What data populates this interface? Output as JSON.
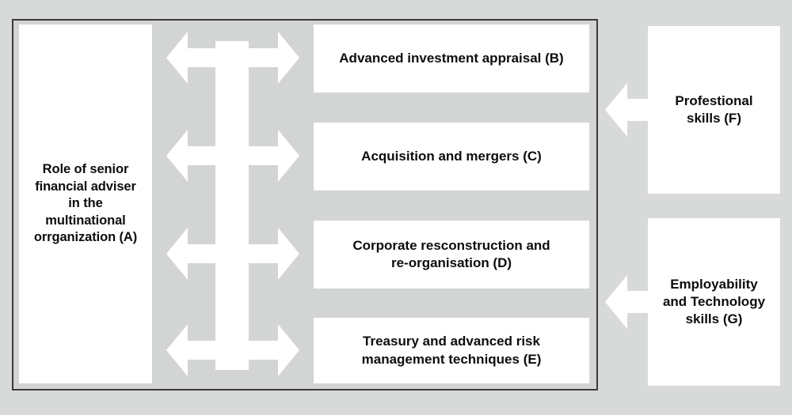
{
  "diagram": {
    "title": "Role of senior financial adviser in the multinational organization",
    "type": "relationship-diagram",
    "background_color": "#d8d9d9",
    "frame_fill_color": "#d3d4d4",
    "frame_border_color": "#3b3b3b",
    "node_fill_color": "#ffffff",
    "node_text_color": "#0d0d0d",
    "arrow_color": "#ffffff"
  },
  "nodes": {
    "a": {
      "id": "A",
      "label": "Role of senior financial adviser in the multinational orrganization (A)",
      "lines": [
        "Role of senior",
        "financial adviser",
        "in the",
        "multinational",
        "orrganization (A)"
      ]
    },
    "b": {
      "id": "B",
      "label": "Advanced investment appraisal (B)",
      "lines": [
        "Advanced investment appraisal (B)"
      ]
    },
    "c": {
      "id": "C",
      "label": "Acquisition and mergers (C)",
      "lines": [
        "Acquisition and mergers (C)"
      ]
    },
    "d": {
      "id": "D",
      "label": "Corporate resconstruction and re-organisation (D)",
      "lines": [
        "Corporate resconstruction and",
        "re-organisation (D)"
      ]
    },
    "e": {
      "id": "E",
      "label": "Treasury and advanced risk management techniques (E)",
      "lines": [
        "Treasury and advanced risk",
        "management techniques (E)"
      ]
    },
    "f": {
      "id": "F",
      "label": "Profestional skills (F)",
      "lines": [
        "Profestional",
        "skills (F)"
      ]
    },
    "g": {
      "id": "G",
      "label": "Employability and Technology skills (G)",
      "lines": [
        "Employability",
        "and Technology",
        "skills (G)"
      ]
    }
  },
  "connectors": [
    {
      "name": "a-to-b",
      "from": "A",
      "to": "B",
      "style": "double-headed-horizontal-arrow"
    },
    {
      "name": "a-to-c",
      "from": "A",
      "to": "C",
      "style": "double-headed-horizontal-arrow"
    },
    {
      "name": "a-to-d",
      "from": "A",
      "to": "D",
      "style": "double-headed-horizontal-arrow"
    },
    {
      "name": "a-to-e",
      "from": "A",
      "to": "E",
      "style": "double-headed-horizontal-arrow"
    },
    {
      "name": "f-to-frame",
      "from": "F",
      "to": "frame",
      "style": "single-left-arrow"
    },
    {
      "name": "g-to-frame",
      "from": "G",
      "to": "frame",
      "style": "single-left-arrow"
    }
  ]
}
